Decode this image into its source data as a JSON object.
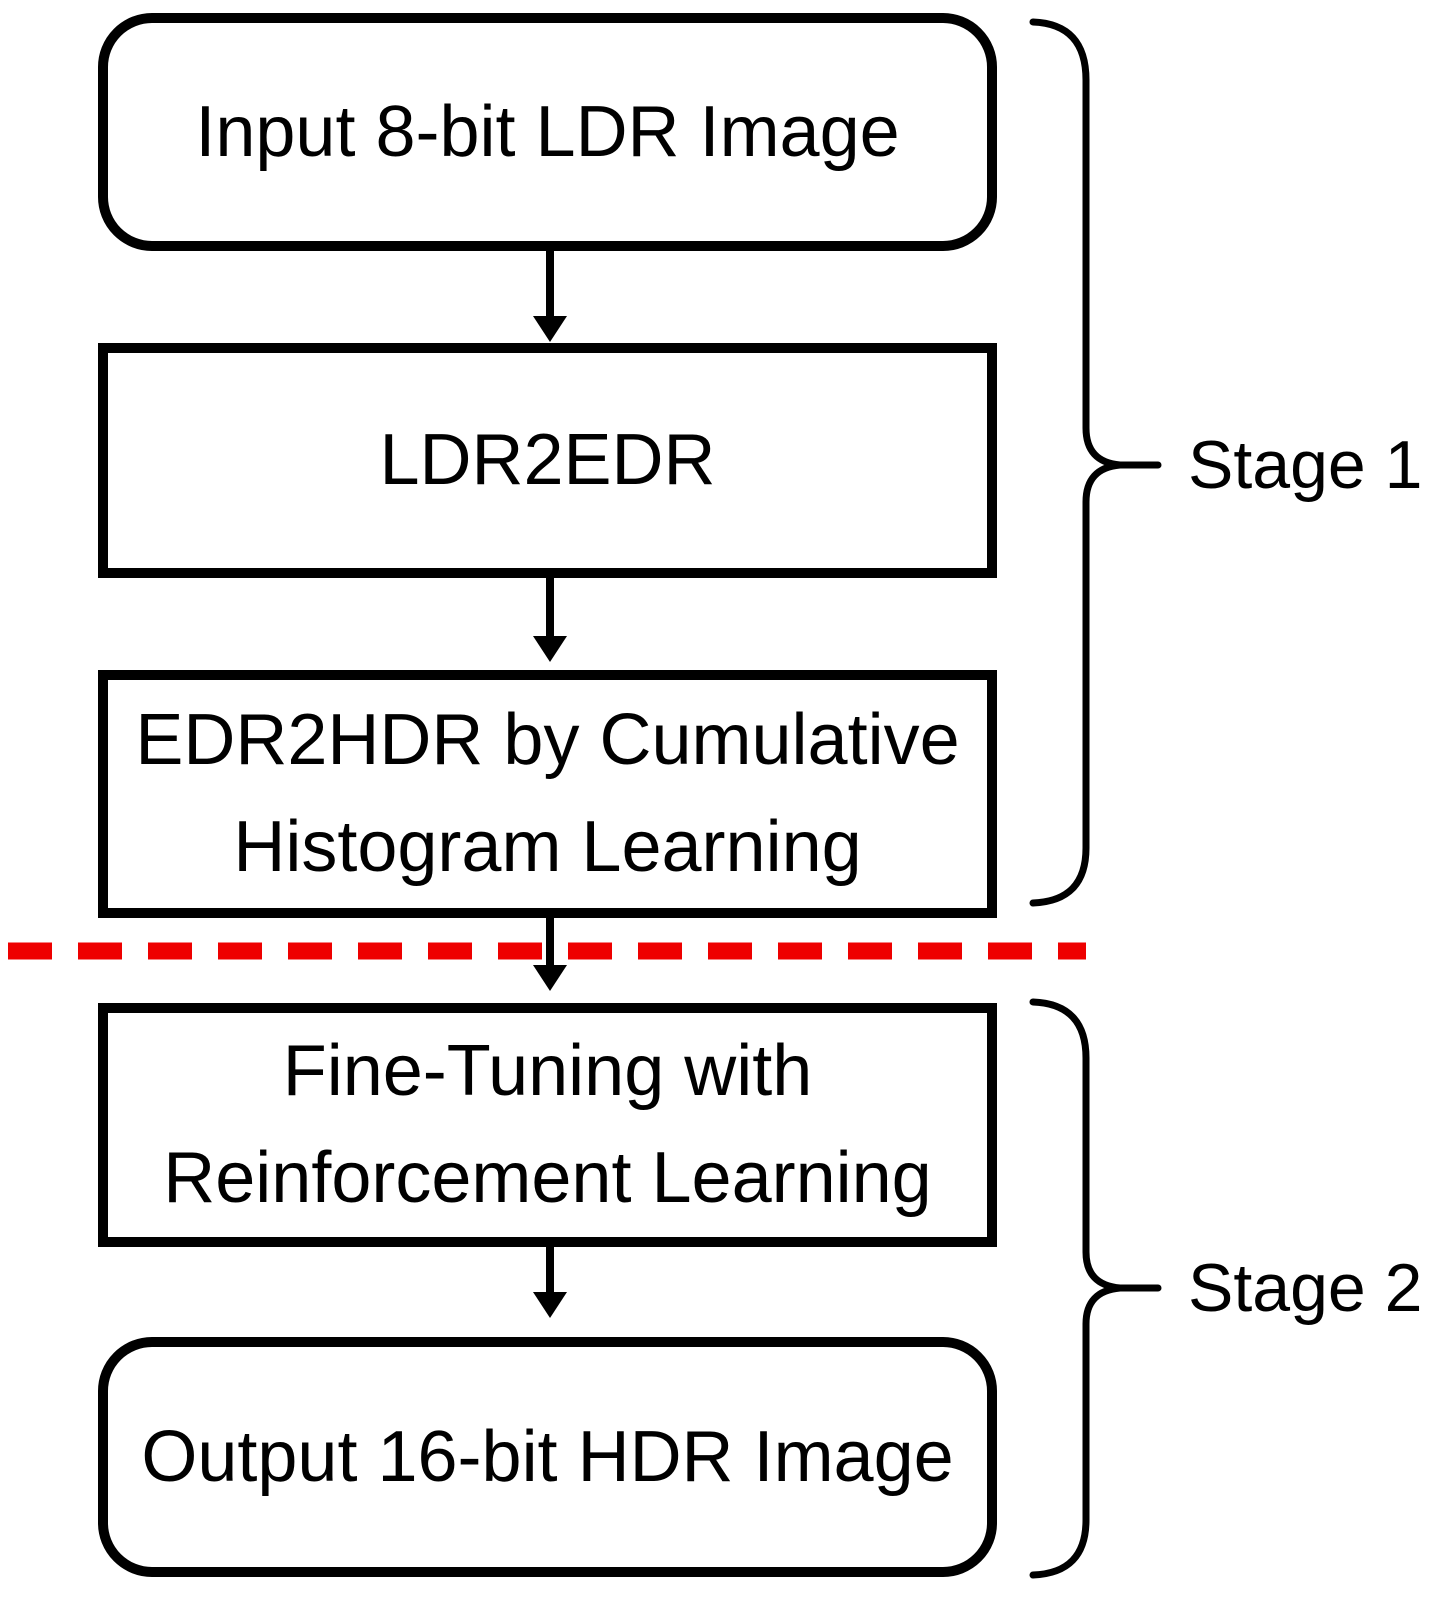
{
  "diagram": {
    "nodes": [
      {
        "id": "input-ldr",
        "label": "Input 8-bit LDR Image",
        "shape": "rounded"
      },
      {
        "id": "ldr2edr",
        "label": "LDR2EDR",
        "shape": "rect"
      },
      {
        "id": "edr2hdr",
        "label": "EDR2HDR by Cumulative Histogram Learning",
        "shape": "rect"
      },
      {
        "id": "fine-tuning",
        "label": "Fine-Tuning with Reinforcement Learning",
        "shape": "rect"
      },
      {
        "id": "output-hdr",
        "label": "Output 16-bit HDR Image",
        "shape": "rounded"
      }
    ],
    "stage_labels": [
      {
        "label": "Stage 1"
      },
      {
        "label": "Stage 2"
      }
    ],
    "colors": {
      "outline": "#000000",
      "text": "#000000",
      "divider_red": "#ee0000",
      "background": "#ffffff"
    }
  }
}
